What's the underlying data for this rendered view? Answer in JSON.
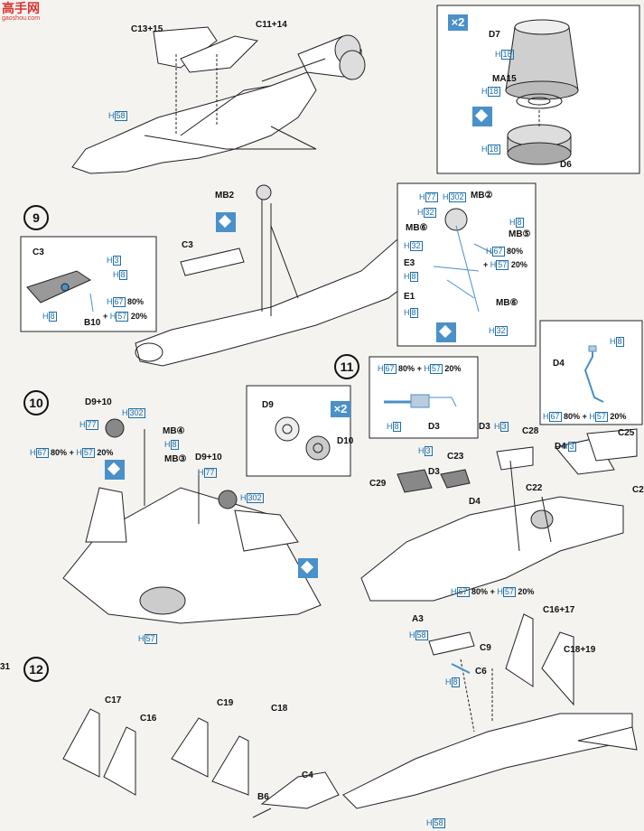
{
  "logo": {
    "main": "高手网",
    "sub": "gaoshou.com"
  },
  "steps": {
    "s9": "9",
    "s10": "10",
    "s11": "11",
    "s12": "12"
  },
  "x2": "×2",
  "parts": {
    "c13_15": "C13+15",
    "c11_14": "C11+14",
    "d7": "D7",
    "ma15": "MA15",
    "d6": "D6",
    "mb2": "MB2",
    "c3a": "C3",
    "c3b": "C3",
    "b10": "B10",
    "mb2c": "MB②",
    "mb6a": "MB⑥",
    "mb5": "MB⑤",
    "e3": "E3",
    "e1": "E1",
    "mb6b": "MB⑥",
    "d9_10a": "D9+10",
    "mb4": "MB④",
    "mb3": "MB③",
    "d9_10b": "D9+10",
    "d9": "D9",
    "d10": "D10",
    "d4a": "D4",
    "d3a": "D3",
    "d3b": "D3",
    "c28": "C28",
    "d4b": "D4",
    "c25": "C25",
    "c2x": "C2",
    "c23": "C23",
    "c29": "C29",
    "d3c": "D3",
    "c22": "C22",
    "d4c": "D4",
    "a3": "A3",
    "c16_17": "C16+17",
    "c18_19": "C18+19",
    "c9": "C9",
    "c6": "C6",
    "c17": "C17",
    "c16": "C16",
    "c19": "C19",
    "c18": "C18",
    "c4": "C4",
    "b6": "B6",
    "b1": "31"
  },
  "hcodes": {
    "h58": "58",
    "h18": "18",
    "h3": "3",
    "h8": "8",
    "h77": "77",
    "h302": "302",
    "h32": "32",
    "h67": "67",
    "h57": "57"
  },
  "mix": {
    "pct80": "80%",
    "pct20": "20%",
    "plus": "+"
  },
  "colors": {
    "accent": "#4a90c9",
    "hcode": "#1e6fa8"
  }
}
